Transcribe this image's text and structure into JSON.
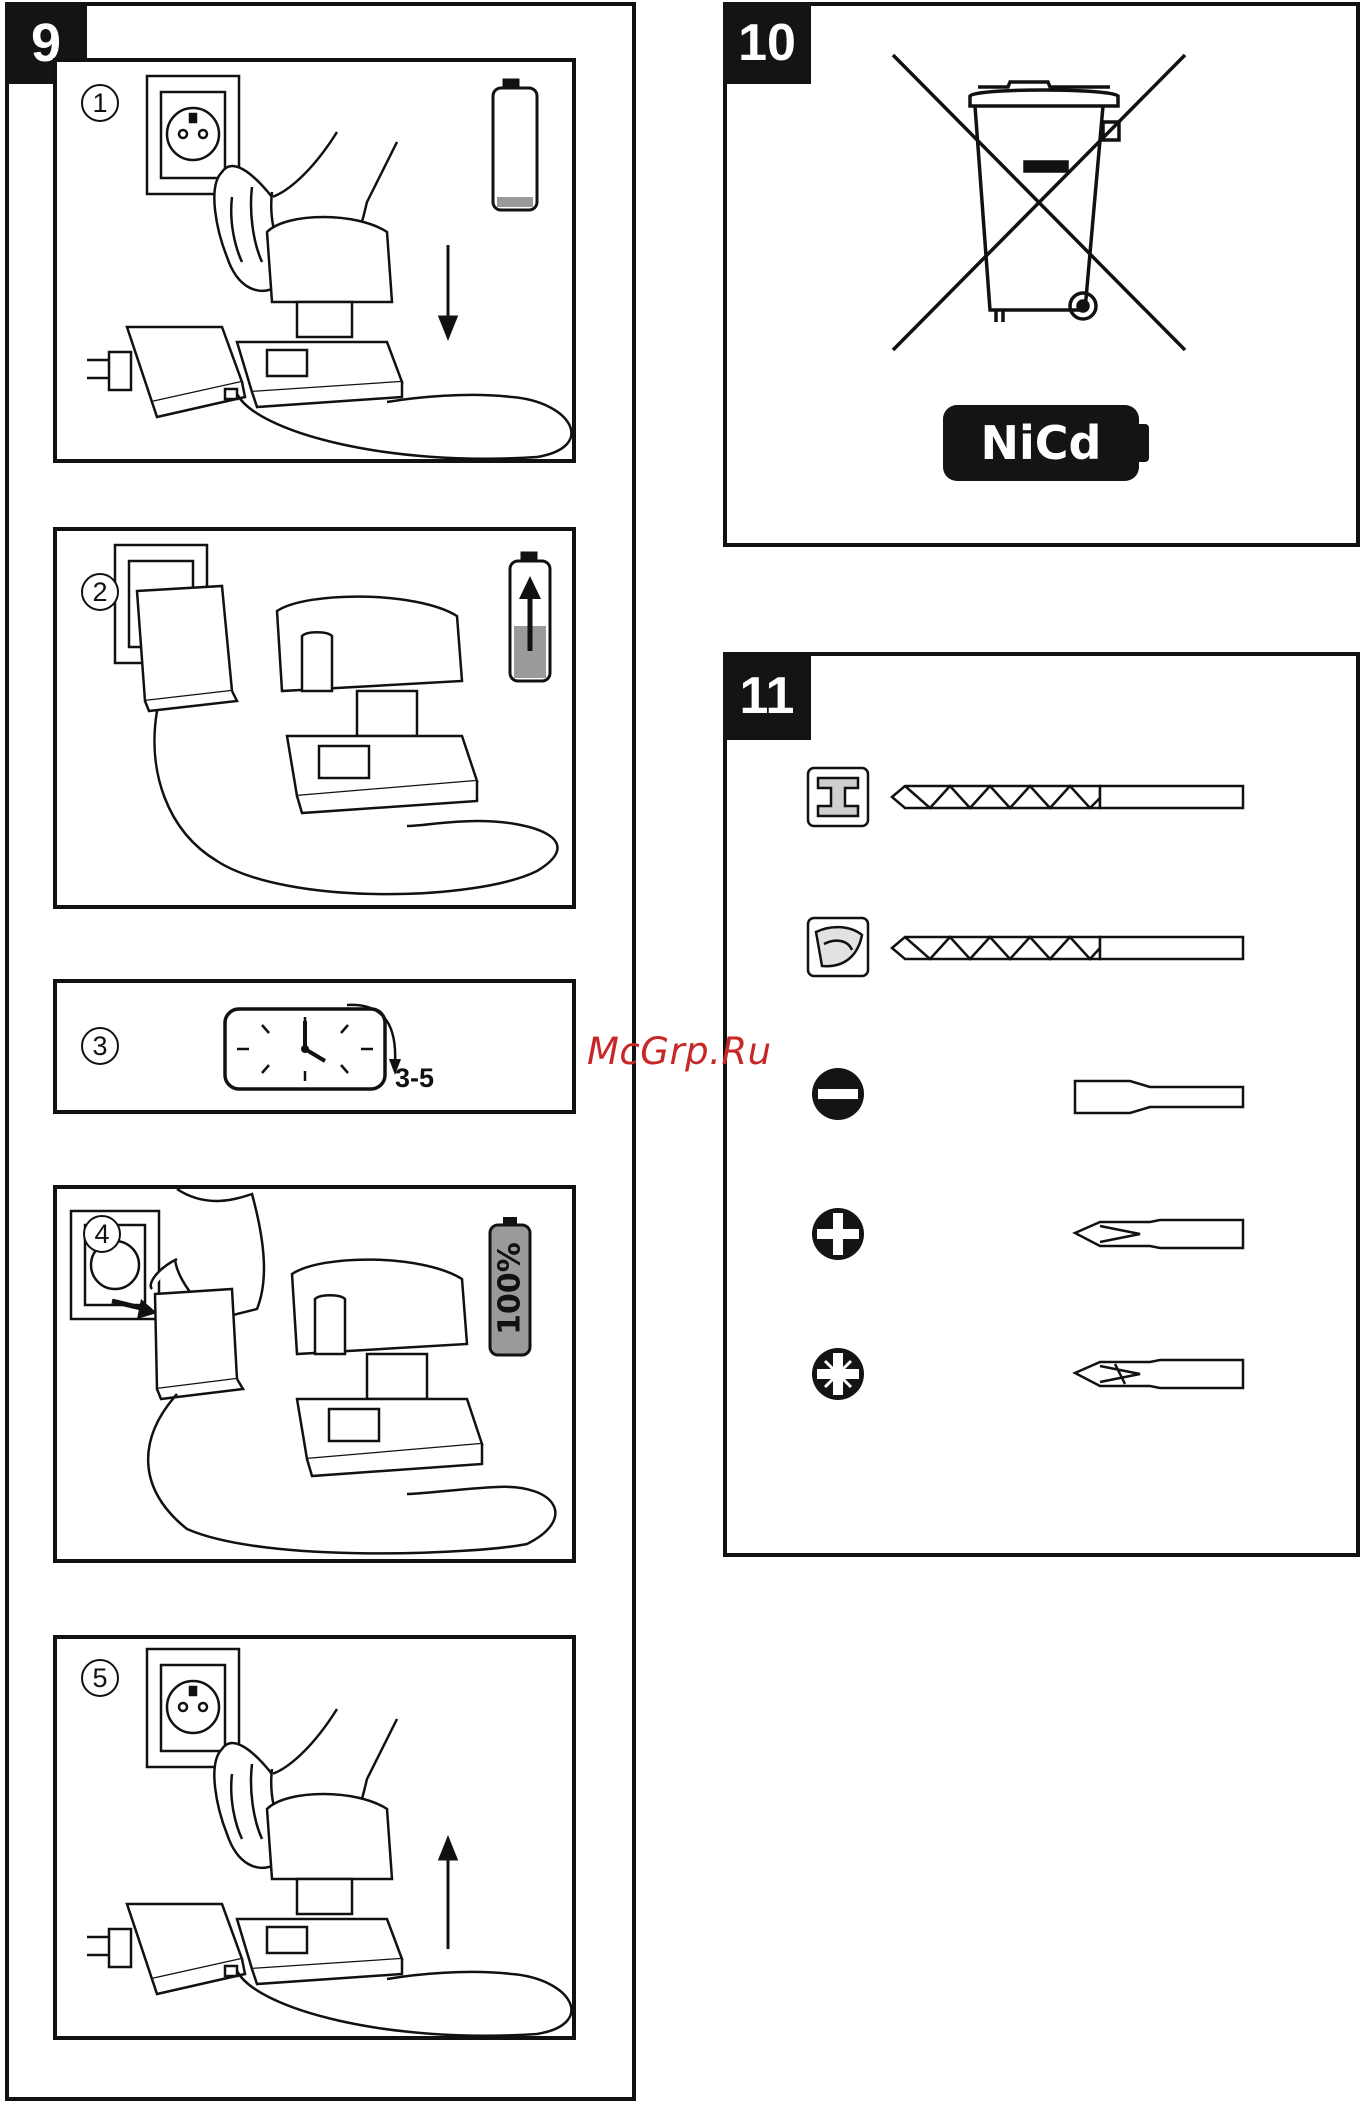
{
  "watermark": "McGrp.Ru",
  "figure9": {
    "label": "9",
    "steps": [
      {
        "number": "1"
      },
      {
        "number": "2"
      },
      {
        "number": "3",
        "duration": "3-5"
      },
      {
        "number": "4",
        "charge_text": "100%"
      },
      {
        "number": "5"
      }
    ]
  },
  "figure10": {
    "label": "10",
    "battery_type": "NiCd",
    "icon": "crossed-out-wheelie-bin-icon"
  },
  "figure11": {
    "label": "11",
    "rows": [
      {
        "symbol": "metal-material-icon",
        "tool": "metal-drill-bit-icon"
      },
      {
        "symbol": "wood-material-icon",
        "tool": "wood-drill-bit-icon"
      },
      {
        "symbol": "slotted-screw-icon",
        "tool": "slotted-bit-icon"
      },
      {
        "symbol": "phillips-screw-icon",
        "tool": "phillips-bit-icon"
      },
      {
        "symbol": "pozidriv-screw-icon",
        "tool": "pozidriv-bit-icon"
      }
    ]
  },
  "colors": {
    "ink": "#111111",
    "watermark": "#c62828",
    "gray_fill": "#9a9a9a"
  }
}
